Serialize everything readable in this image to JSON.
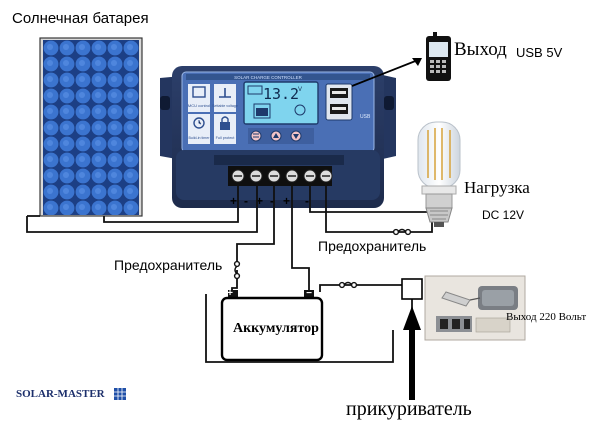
{
  "labels": {
    "solar_panel": "Солнечная батарея",
    "usb_output": "Выход",
    "usb_output_spec": "USB 5V",
    "load": "Нагрузка",
    "load_spec": "DC 12V",
    "fuse_right": "Предохранитель",
    "fuse_left": "Предохранитель",
    "battery": "Аккумулятор",
    "inverter_output": "Выход 220 Вольт",
    "cigarette_lighter": "прикуриватель",
    "brand": "SOLAR-MASTER"
  },
  "controller": {
    "header_text": "SOLAR CHARGE CONTROLLER",
    "lcd_value": "13.2",
    "lcd_unit": "V",
    "usb_tag": "USB",
    "icon_captions": [
      "MCU control",
      "Settable voltage",
      "Build-in timer",
      "Full protect"
    ],
    "terminal_signs": [
      "+",
      "-",
      "+",
      "-",
      "+",
      "-"
    ]
  },
  "colors": {
    "controller_body": "#2f4f8d",
    "controller_face": "#4a6fb5",
    "lcd": "#7fd4ee",
    "panel_cell": "#2d5fb8",
    "wire": "#111111"
  }
}
